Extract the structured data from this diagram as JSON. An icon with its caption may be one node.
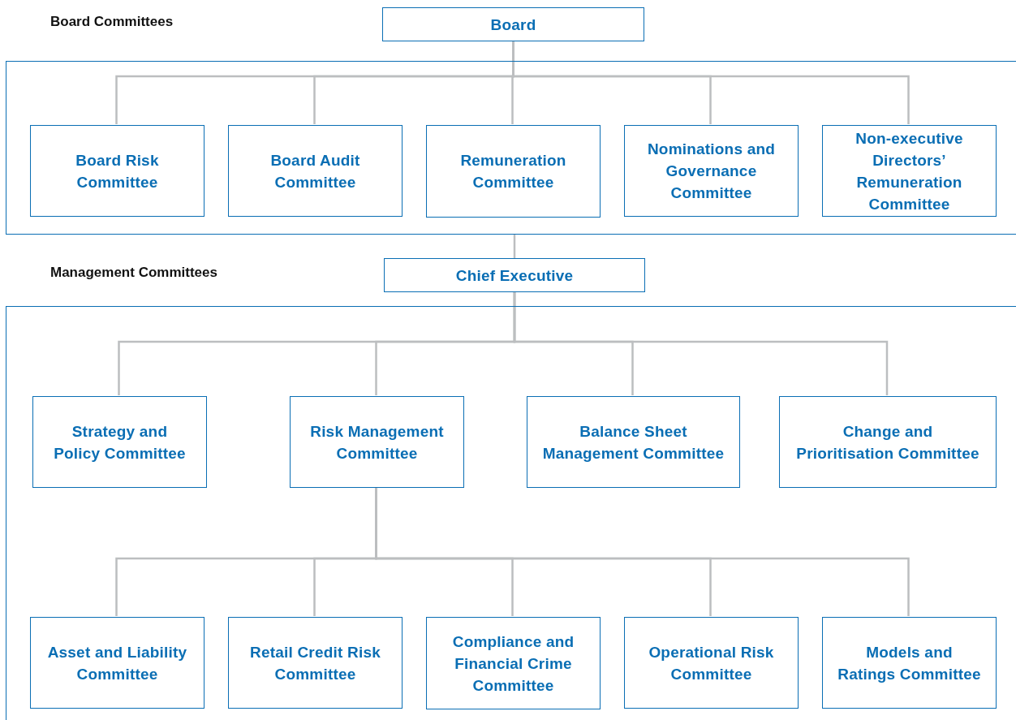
{
  "diagram": {
    "nodes": [
      {
        "text": [
          "Board"
        ]
      },
      {
        "text": [],
        "shape": "box"
      },
      {
        "text": [
          "Board Risk Committee"
        ],
        "in": 1
      },
      {
        "text": [
          "Board Audit Committee"
        ],
        "in": 1
      },
      {
        "text": [
          "Remuneration Committee"
        ],
        "in": 1
      },
      {
        "text": [
          "Nominations and Governance Committee"
        ],
        "in": 1
      },
      {
        "text": [
          "Non-executive Directors’ Remuneration Committee"
        ],
        "in": 1
      },
      {
        "text": [
          "Chief Executive"
        ]
      },
      {
        "text": [],
        "shape": "box"
      },
      {
        "text": [
          "Strategy and Policy Committee"
        ],
        "in": 8
      },
      {
        "text": [
          "Risk Management Committee"
        ],
        "in": 8
      },
      {
        "text": [
          "Balance Sheet Management Committee"
        ],
        "in": 8
      },
      {
        "text": [
          "Change and Prioritisation Committee"
        ],
        "in": 8
      },
      {
        "text": [
          "Asset and Liability Committee"
        ],
        "in": 8
      },
      {
        "text": [
          "Retail Credit Risk Committee"
        ],
        "in": 8
      },
      {
        "text": [
          "Compliance and Financial Crime Committee"
        ],
        "in": 8
      },
      {
        "text": [
          "Operational Risk Committee"
        ],
        "in": 8
      },
      {
        "text": [
          "Models and Ratings Committee"
        ],
        "in": 8
      }
    ],
    "edges": [
      {
        "from": 0,
        "to": 2,
        "arrow": "none"
      },
      {
        "from": 0,
        "to": 3,
        "arrow": "none"
      },
      {
        "from": 0,
        "to": 4,
        "arrow": "none"
      },
      {
        "from": 0,
        "to": 5,
        "arrow": "none"
      },
      {
        "from": 0,
        "to": 6,
        "arrow": "none"
      },
      {
        "from": 1,
        "to": 7,
        "arrow": "none"
      },
      {
        "from": 7,
        "to": 9,
        "arrow": "none"
      },
      {
        "from": 7,
        "to": 10,
        "arrow": "none"
      },
      {
        "from": 7,
        "to": 11,
        "arrow": "none"
      },
      {
        "from": 7,
        "to": 12,
        "arrow": "none"
      },
      {
        "from": 10,
        "to": 13,
        "arrow": "none"
      },
      {
        "from": 10,
        "to": 14,
        "arrow": "none"
      },
      {
        "from": 10,
        "to": 15,
        "arrow": "none"
      },
      {
        "from": 10,
        "to": 16,
        "arrow": "none"
      },
      {
        "from": 10,
        "to": 17,
        "arrow": "none"
      }
    ],
    "labels": [
      "Board Committees",
      "Management Committees"
    ]
  }
}
